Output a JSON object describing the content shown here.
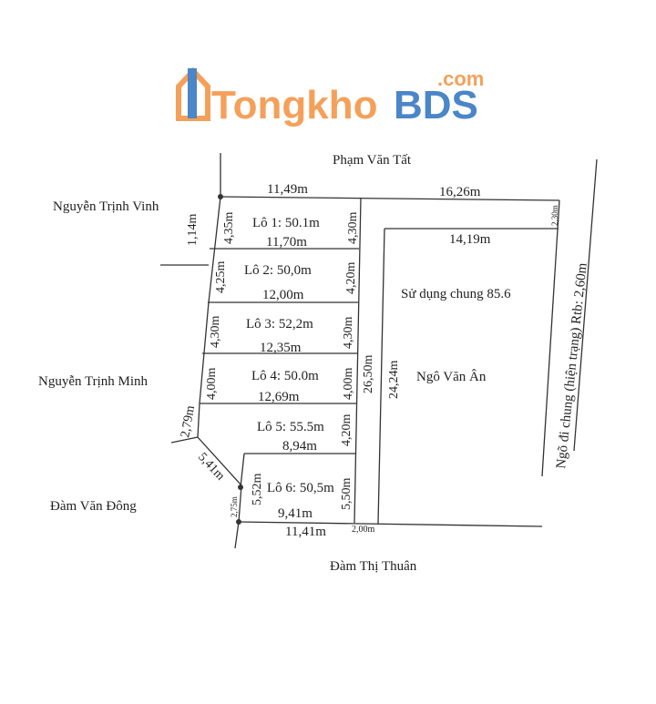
{
  "roads": {
    "top": "Phạm Văn Tất",
    "bottom": "Đàm Thị Thuân",
    "right_alley": "Ngõ đi chung (hiện trạng) Rtb: 2,60m"
  },
  "neighbors": {
    "nw": "Nguyễn Trịnh Vinh",
    "w": "Nguyễn Trịnh Minh",
    "sw": "Đàm Văn Đông",
    "east_plot": "Ngô Văn Ân"
  },
  "lots": [
    {
      "label": "Lô 1: 50.1m",
      "bottom_width": "11,70m",
      "left": "4,35m",
      "right": "4,30m"
    },
    {
      "label": "Lô 2: 50,0m",
      "bottom_width": "12,00m",
      "left": "4,25m",
      "right": "4,20m"
    },
    {
      "label": "Lô 3: 52,2m",
      "bottom_width": "12,35m",
      "left": "4,30m",
      "right": "4,30m"
    },
    {
      "label": "Lô 4: 50.0m",
      "bottom_width": "12,69m",
      "left": "4,00m",
      "right": "4,00m"
    },
    {
      "label": "Lô 5: 55.5m",
      "bottom_width": "8,94m",
      "left": "2,79m",
      "right": "4,20m"
    },
    {
      "label": "Lô 6: 50,5m",
      "bottom_width": "9,41m",
      "left": "5,52m",
      "right": "5,50m"
    }
  ],
  "dimensions": {
    "top_left": "11,49m",
    "top_right": "16,26m",
    "nw_offset": "1,14m",
    "corner_right": "2,30m",
    "shared_top": "14,19m",
    "shared_area": "Sử dụng chung 85.6",
    "column_height": "26,50m",
    "shared_height": "24,24m",
    "diagonal": "5,41m",
    "sw_small": "2,75m",
    "bottom_total": "11,41m",
    "bottom_gap": "2,00m"
  },
  "watermark": {
    "text": "Tongkho",
    "brand": "BDS",
    "suffix": ".com",
    "orange": "#f5a05a",
    "blue": "#4a86c8"
  }
}
